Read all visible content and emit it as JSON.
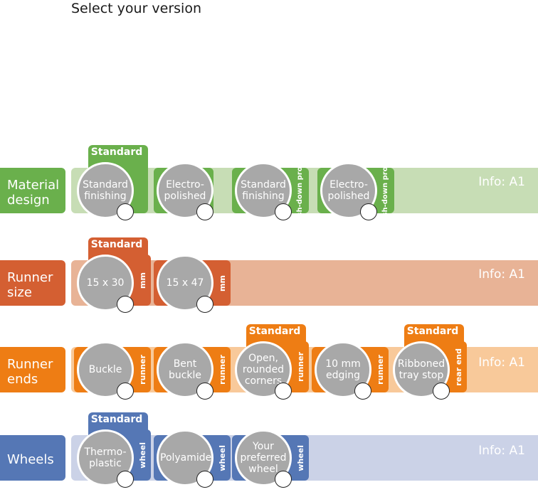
{
  "page": {
    "title": "Select your version"
  },
  "standard_label": "Standard",
  "colors": {
    "material": {
      "dark": "#6ab04c",
      "light": "#c7ddb5"
    },
    "size": {
      "dark": "#d45f32",
      "light": "#e8b396"
    },
    "ends": {
      "dark": "#ee7d14",
      "light": "#f8c99a"
    },
    "wheels": {
      "dark": "#5577b5",
      "light": "#cbd2e7"
    }
  },
  "rows": [
    {
      "id": "material",
      "label": "Material design",
      "info": "Info: A1",
      "options": [
        {
          "label": "Standard finishing",
          "side": "",
          "standard": true
        },
        {
          "label": "Electro-polished",
          "side": "",
          "standard": false
        },
        {
          "label": "Standard finishing",
          "side": "Wash-down proven",
          "standard": false
        },
        {
          "label": "Electro-polished",
          "side": "Wash-down proven",
          "standard": false
        }
      ]
    },
    {
      "id": "size",
      "label": "Runner size",
      "info": "Info: A1",
      "options": [
        {
          "label": "15 x 30",
          "side": "mm",
          "standard": true
        },
        {
          "label": "15 x 47",
          "side": "mm",
          "standard": false
        }
      ]
    },
    {
      "id": "ends",
      "label": "Runner ends",
      "info": "Info: A1",
      "options": [
        {
          "label": "Buckle",
          "side": "runner",
          "standard": false
        },
        {
          "label": "Bent buckle",
          "side": "runner",
          "standard": false
        },
        {
          "label": "Open, rounded corners",
          "side": "runner",
          "standard": true
        },
        {
          "label": "10 mm edging",
          "side": "runner",
          "standard": false
        },
        {
          "label": "Ribboned tray stop",
          "side": "rear end",
          "standard": true
        }
      ]
    },
    {
      "id": "wheels",
      "label": "Wheels",
      "info": "Info: A1",
      "options": [
        {
          "label": "Thermo-plastic",
          "side": "wheel",
          "standard": true
        },
        {
          "label": "Polyamide",
          "side": "wheel",
          "standard": false
        },
        {
          "label": "Your preferred wheel",
          "side": "wheel",
          "standard": false
        }
      ]
    }
  ]
}
